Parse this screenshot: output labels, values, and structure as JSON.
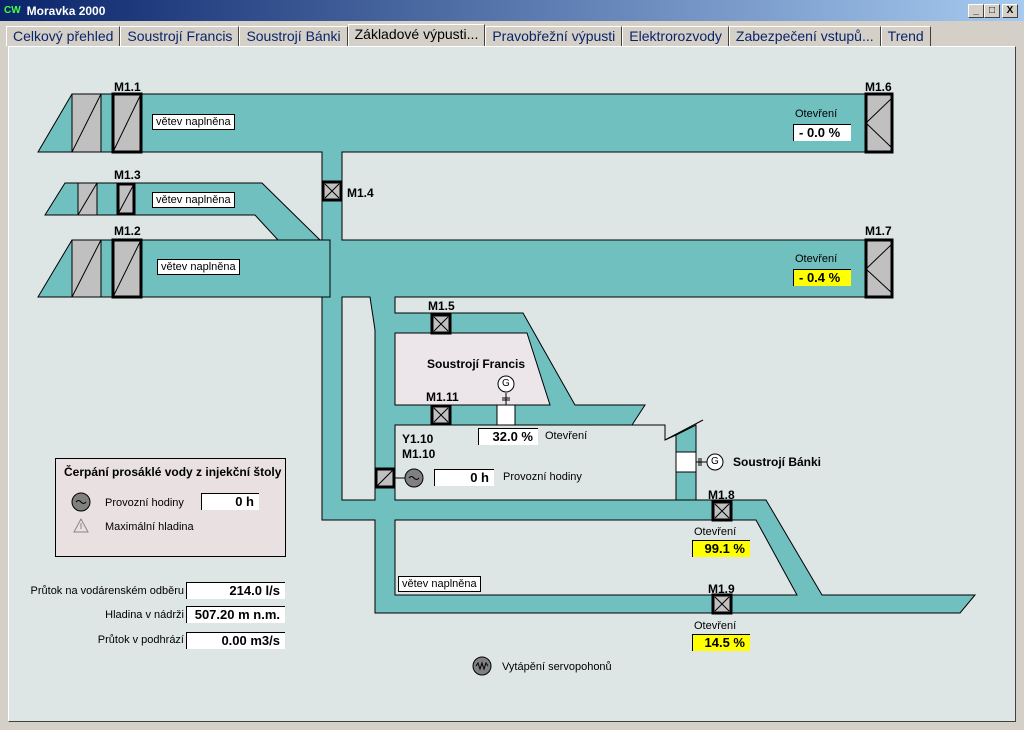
{
  "window": {
    "title": "Moravka 2000",
    "icon": "CW",
    "minimize": "_",
    "maximize": "□",
    "close": "X"
  },
  "tabs": [
    "Celkový přehled",
    "Soustrojí Francis",
    "Soustrojí Bánki",
    "Základové výpusti...",
    "Pravobřežní výpusti",
    "Elektrorozvody",
    "Zabezpečení vstupů...",
    "Trend"
  ],
  "active_tab": 3,
  "colors": {
    "pipe": "#70c0c0",
    "valve": "#c0c0c0",
    "highlight": "#ffff00",
    "background": "#dde5e5"
  },
  "valves": {
    "m1_1": "M1.1",
    "m1_2": "M1.2",
    "m1_3": "M1.3",
    "m1_4": "M1.4",
    "m1_5": "M1.5",
    "m1_6": "M1.6",
    "m1_7": "M1.7",
    "m1_8": "M1.8",
    "m1_9": "M1.9",
    "m1_11": "M1.11",
    "y1_10": "Y1.10",
    "m1_10": "M1.10"
  },
  "branch_status": {
    "m1_1": "větev naplněna",
    "m1_3": "větev naplněna",
    "m1_2": "větev naplněna",
    "lower": "větev naplněna"
  },
  "opening_label": "Otevření",
  "openings": {
    "m1_6": "- 0.0 %",
    "m1_7": "- 0.4 %",
    "francis": "32.0 %",
    "m1_8": "99.1 %",
    "m1_9": "14.5 %"
  },
  "francis": {
    "title": "Soustrojí Francis",
    "generator": "G"
  },
  "banki": {
    "title": "Soustrojí Bánki",
    "generator": "G"
  },
  "m1_10_hours": {
    "value": "0 h",
    "label": "Provozní hodiny"
  },
  "pump_panel": {
    "title": "Čerpání prosáklé vody z injekční štoly",
    "hours_label": "Provozní hodiny",
    "hours_value": "0 h",
    "alarm_label": "Maximální hladina"
  },
  "measurements": [
    {
      "label": "Průtok na vodárenském odběru",
      "value": "214.0 l/s"
    },
    {
      "label": "Hladina v nádrži",
      "value": "507.20 m n.m."
    },
    {
      "label": "Průtok v podhrází",
      "value": "0.00 m3/s"
    }
  ],
  "heating_label": "Vytápění servopohonů"
}
